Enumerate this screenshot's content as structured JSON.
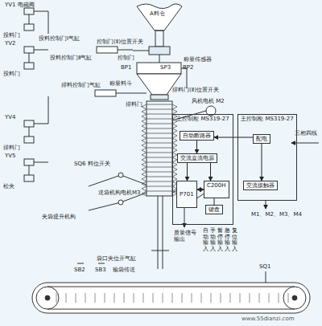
{
  "diagram": {
    "nodes": [
      {
        "text": [
          "主控制柜 MS319-27"
        ]
      },
      {
        "text": [
          "自动断路器"
        ],
        "in": 0
      },
      {
        "text": [
          "交流直流电源"
        ],
        "in": 0
      },
      {
        "text": [
          "P701"
        ],
        "in": 0
      },
      {
        "text": [
          "C200H"
        ],
        "in": 0
      },
      {
        "text": [
          "键盘"
        ],
        "in": 0
      },
      {
        "text": [
          "主控制柜 MS319-27"
        ]
      },
      {
        "text": [
          "配电"
        ],
        "in": 6
      },
      {
        "text": [
          "交流接触器"
        ],
        "in": 6
      }
    ],
    "edges": [
      {
        "from": 7,
        "to": 1,
        "arrow": "to"
      },
      {
        "from": 7,
        "to": 8,
        "arrow": "to"
      },
      {
        "from": 1,
        "to": 2,
        "arrow": "to"
      },
      {
        "from": 2,
        "to": 3,
        "arrow": "to"
      },
      {
        "from": 2,
        "to": 4,
        "arrow": "to"
      },
      {
        "from": 3,
        "to": 4,
        "arrow": "both"
      },
      {
        "from": 5,
        "to": 4,
        "arrow": "none"
      }
    ],
    "labels": [
      "A料仓",
      "YV1",
      "电磁阀",
      "投料门",
      "YV2",
      "投料门",
      "投料控制门Ⅰ气缸",
      "投料控制门Ⅱ气缸",
      "控制门(Ⅱ)位置开关",
      "控制门",
      "称量传感器",
      "BP1",
      "SP3",
      "BP2",
      "排料控制门气缸",
      "称量料斗",
      "排料门(Ⅱ)位置开关",
      "排料门",
      "风机电机 M2",
      "YV4",
      "排料门",
      "YV5",
      "松夹",
      "SQ6 料位开关",
      "夹袋提升机构",
      "送袋机构电机M3",
      "袋口夹位开气缸",
      "SB2",
      "SB3",
      "输袋传送",
      "SQ1",
      "三相四线",
      "M1、M2、M3、M4",
      "质量信号输出",
      "自动输入",
      "手动输入",
      "暂停输入",
      "急停输入",
      "复位输入",
      "www.55dianzi.com"
    ]
  }
}
